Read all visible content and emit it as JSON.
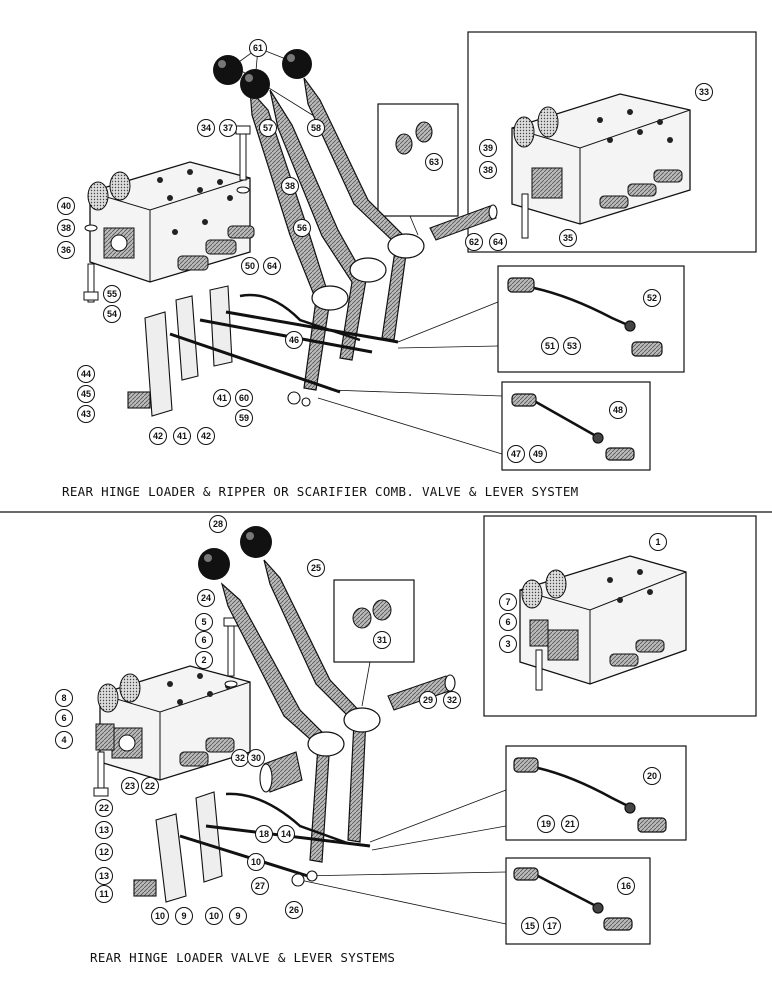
{
  "captions": {
    "upper": "REAR HINGE LOADER & RIPPER OR SCARIFIER COMB. VALVE & LEVER SYSTEM",
    "lower": "REAR HINGE LOADER VALVE & LEVER SYSTEMS"
  },
  "upper_callouts": [
    "61",
    "34",
    "37",
    "57",
    "58",
    "63",
    "33",
    "39",
    "38",
    "35",
    "40",
    "38",
    "36",
    "56",
    "38",
    "62",
    "64",
    "50",
    "64",
    "55",
    "54",
    "44",
    "45",
    "43",
    "42",
    "41",
    "42",
    "46",
    "41",
    "60",
    "59",
    "51",
    "52",
    "53",
    "47",
    "48",
    "49"
  ],
  "lower_callouts": [
    "28",
    "25",
    "24",
    "31",
    "1",
    "7",
    "6",
    "3",
    "5",
    "6",
    "2",
    "8",
    "6",
    "4",
    "32",
    "30",
    "29",
    "32",
    "23",
    "22",
    "22",
    "13",
    "12",
    "13",
    "11",
    "10",
    "9",
    "10",
    "9",
    "18",
    "14",
    "10",
    "27",
    "26",
    "20",
    "19",
    "21",
    "16",
    "15",
    "17"
  ]
}
